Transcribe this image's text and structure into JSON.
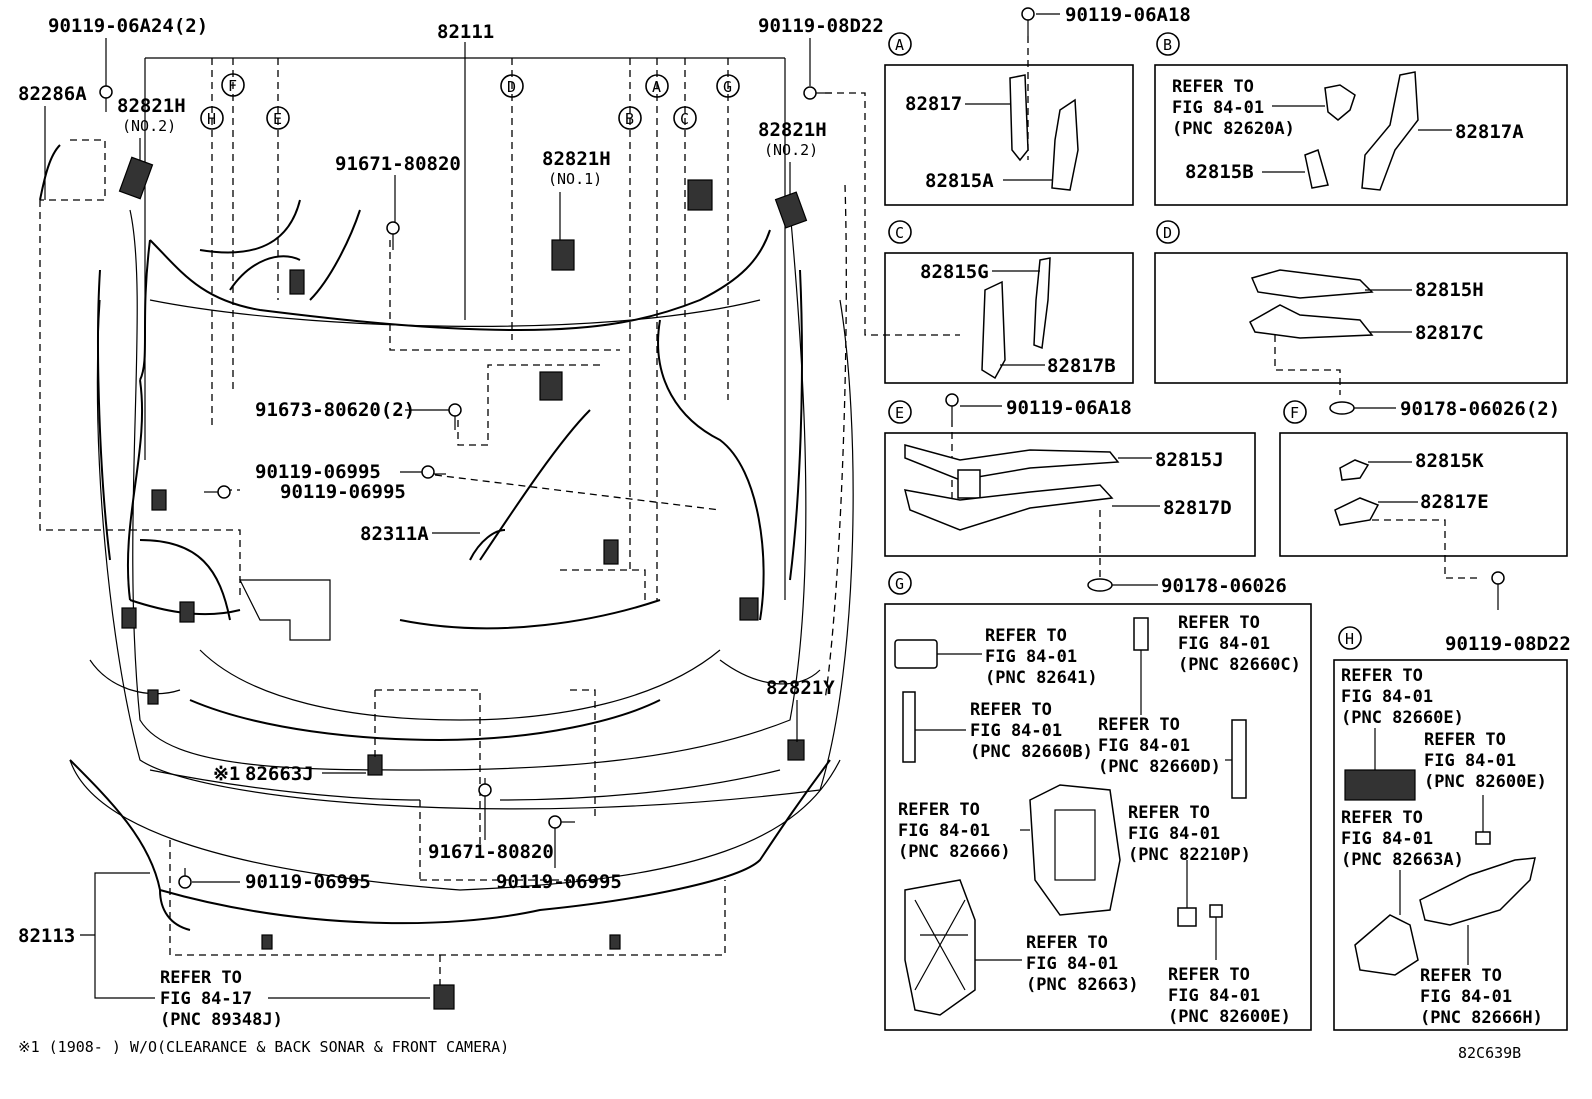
{
  "labels": {
    "p82111": "82111",
    "p90119_06A24": "90119-06A24(2)",
    "p90119_08D22_top": "90119-08D22",
    "p82286A": "82286A",
    "p82821H_left": "82821H",
    "no2_left": "(NO.2)",
    "p82821H_mid": "82821H",
    "no1": "(NO.1)",
    "p82821H_right": "82821H",
    "no2_right": "(NO.2)",
    "p91671_80820_top": "91671-80820",
    "p91673_80620": "91673-80620(2)",
    "p90119_06995_a": "90119-06995",
    "p90119_06995_b": "90119-06995",
    "p82311A": "82311A",
    "p82821Y": "82821Y",
    "p82663J": "82663J",
    "mark1": "※1",
    "p91671_80820_bot": "91671-80820",
    "p90119_06995_c": "90119-06995",
    "p90119_06995_d": "90119-06995",
    "p82113": "82113",
    "ref_89348J_1": "REFER TO",
    "ref_89348J_2": "FIG 84-17",
    "ref_89348J_3": "(PNC 89348J)",
    "footnote": "※1 (1908-     ) W/O(CLEARANCE & BACK SONAR & FRONT CAMERA)",
    "diagram_code": "82C639B"
  },
  "circles": [
    "H",
    "F",
    "E",
    "D",
    "B",
    "A",
    "C",
    "G"
  ],
  "panels": {
    "A": {
      "letter": "A",
      "bolt": "90119-06A18",
      "p1": "82817",
      "p2": "82815A"
    },
    "B": {
      "letter": "B",
      "ref1": "REFER TO",
      "ref2": "FIG 84-01",
      "ref3": "(PNC 82620A)",
      "p1": "82817A",
      "p2": "82815B"
    },
    "C": {
      "letter": "C",
      "p1": "82815G",
      "p2": "82817B"
    },
    "D": {
      "letter": "D",
      "p1": "82815H",
      "p2": "82817C"
    },
    "E": {
      "letter": "E",
      "bolt": "90119-06A18",
      "p1": "82815J",
      "p2": "82817D",
      "clip": "90178-06026"
    },
    "F": {
      "letter": "F",
      "clip": "90178-06026(2)",
      "p1": "82815K",
      "p2": "82817E",
      "bolt": "90119-08D22"
    },
    "G": {
      "letter": "G",
      "r1": [
        "REFER TO",
        "FIG 84-01",
        "(PNC 82641)"
      ],
      "r2": [
        "REFER TO",
        "FIG 84-01",
        "(PNC 82660C)"
      ],
      "r3": [
        "REFER TO",
        "FIG 84-01",
        "(PNC 82660B)"
      ],
      "r4": [
        "REFER TO",
        "FIG 84-01",
        "(PNC 82660D)"
      ],
      "r5": [
        "REFER TO",
        "FIG 84-01",
        "(PNC 82666)"
      ],
      "r6": [
        "REFER TO",
        "FIG 84-01",
        "(PNC 82210P)"
      ],
      "r7": [
        "REFER TO",
        "FIG 84-01",
        "(PNC 82663)"
      ],
      "r8": [
        "REFER TO",
        "FIG 84-01",
        "(PNC 82600E)"
      ]
    },
    "H": {
      "letter": "H",
      "r1": [
        "REFER TO",
        "FIG 84-01",
        "(PNC 82660E)"
      ],
      "r2": [
        "REFER TO",
        "FIG 84-01",
        "(PNC 82600E)"
      ],
      "r3": [
        "REFER TO",
        "FIG 84-01",
        "(PNC 82663A)"
      ],
      "r4": [
        "REFER TO",
        "FIG 84-01",
        "(PNC 82666H)"
      ]
    }
  }
}
